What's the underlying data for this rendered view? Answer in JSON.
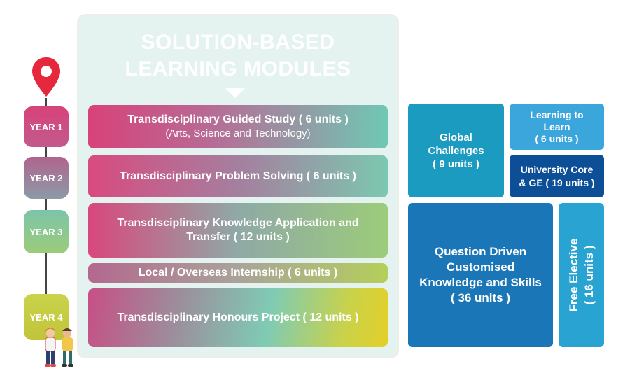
{
  "header": {
    "title_line1": "SOLUTION-BASED",
    "title_line2": "LEARNING MODULES"
  },
  "years": [
    "YEAR 1",
    "YEAR 2",
    "YEAR 3",
    "YEAR 4"
  ],
  "modules": [
    {
      "label": "Transdisciplinary Guided Study ( 6 units )",
      "sub": "(Arts, Science and Technology)"
    },
    {
      "label": "Transdisciplinary Problem Solving ( 6 units )"
    },
    {
      "label": "Transdisciplinary Knowledge Application and Transfer ( 12 units )"
    },
    {
      "label": "Local / Overseas Internship ( 6 units )"
    },
    {
      "label": "Transdisciplinary Honours Project ( 12 units )"
    }
  ],
  "blocks": {
    "global": {
      "line1": "Global",
      "line2": "Challenges",
      "units": "( 9 units )"
    },
    "learning": {
      "line1": "Learning to",
      "line2": "Learn",
      "units": "( 6 units )"
    },
    "core": {
      "line1": "University Core",
      "line2": "& GE ( 19 units )"
    },
    "question": {
      "line1": "Question Driven",
      "line2": "Customised",
      "line3": "Knowledge and Skills",
      "units": "( 36 units )"
    },
    "free": {
      "line1": "Free Elective",
      "line2": "( 16 units )"
    }
  },
  "colors": {
    "pin": "#e5283c",
    "global": "#1a9bbf",
    "learning": "#3aa6dc",
    "core": "#0d4f97",
    "question": "#1b76b8",
    "free": "#29a3d2"
  },
  "icons": [
    "location-pin-icon",
    "students-icon",
    "down-arrow-icon"
  ]
}
